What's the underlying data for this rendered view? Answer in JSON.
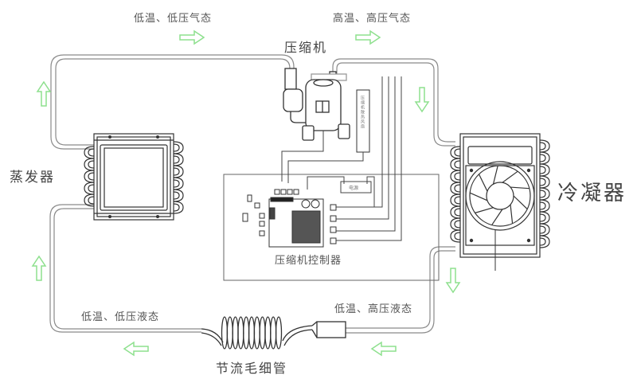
{
  "title": "压缩机制冷循环示意图",
  "colors": {
    "pipe": "#8a8a8a",
    "line": "#333333",
    "arrow": "#8ee08e",
    "text": "#555555"
  },
  "states": {
    "evap_to_comp": "低温、低压气态",
    "comp_to_cond": "高温、高压气态",
    "cond_out": "低温、高压液态",
    "capillary_out": "低温、低压液态"
  },
  "components": {
    "compressor": "压缩机",
    "evaporator": "蒸发器",
    "condenser": "冷凝器",
    "capillary": "节流毛细管",
    "controller": "压缩机控制器",
    "fan_label": "压缩机散热风扇",
    "power": "电源"
  },
  "flow_arrows": [
    {
      "id": "top-left",
      "direction": "right"
    },
    {
      "id": "top-right",
      "direction": "right"
    },
    {
      "id": "right-upper",
      "direction": "down"
    },
    {
      "id": "right-lower",
      "direction": "down"
    },
    {
      "id": "bottom-right",
      "direction": "left"
    },
    {
      "id": "bottom-left",
      "direction": "left"
    },
    {
      "id": "left-lower",
      "direction": "up"
    },
    {
      "id": "left-upper",
      "direction": "up"
    }
  ]
}
